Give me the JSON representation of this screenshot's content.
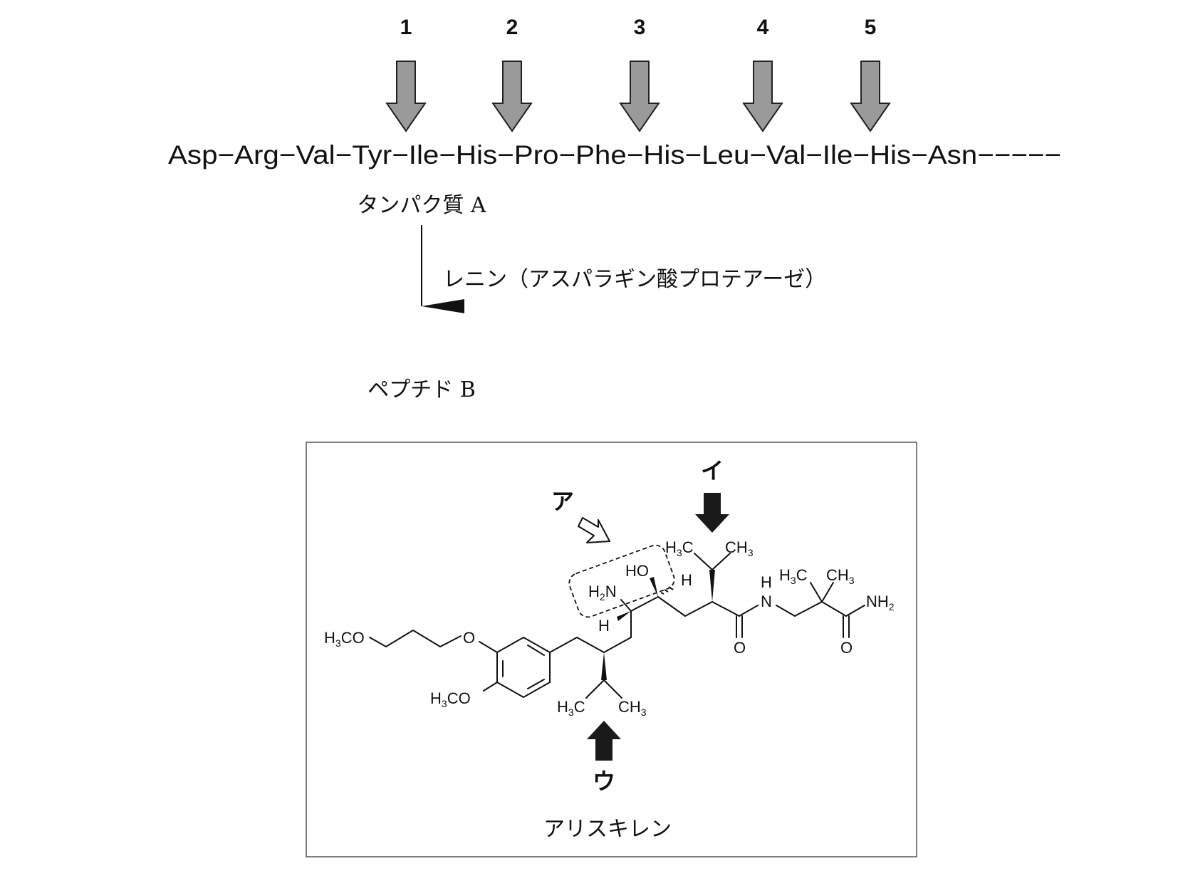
{
  "colors": {
    "ink": "#111111",
    "arrow_fill": "#9a9a9a",
    "arrow_stroke": "#222222",
    "frame": "#555555",
    "black_arrow": "#1a1a1a"
  },
  "cleavage_sites": {
    "labels": [
      "1",
      "2",
      "3",
      "4",
      "5"
    ]
  },
  "sequence": {
    "text": "Asp−Arg−Val−Tyr−Ile−His−Pro−Phe−His−Leu−Val−Ile−His−Asn−−−−−"
  },
  "protein_label": "タンパク質 A",
  "enzyme_label": "レニン（アスパラギン酸プロテアーゼ）",
  "product_label": "ペプチド B",
  "drug_box": {
    "name": "アリスキレン",
    "arrow_labels": {
      "a": "ア",
      "i": "イ",
      "u": "ウ"
    },
    "atoms": {
      "h3co_top": "H3CO",
      "o_ether": "O",
      "h3co_bottom": "H3CO",
      "h2n": "H2N",
      "ho": "HO",
      "h_right": "H",
      "h_left": "H",
      "h3c_top": "H3C",
      "ch3_top": "CH3",
      "nh": "H\nN",
      "o_amide1": "O",
      "h3c_gem": "H3C",
      "ch3_gem": "CH3",
      "nh2": "NH2",
      "o_amide2": "O",
      "h3c_bottom": "H3C",
      "ch3_bottom": "CH3"
    }
  }
}
